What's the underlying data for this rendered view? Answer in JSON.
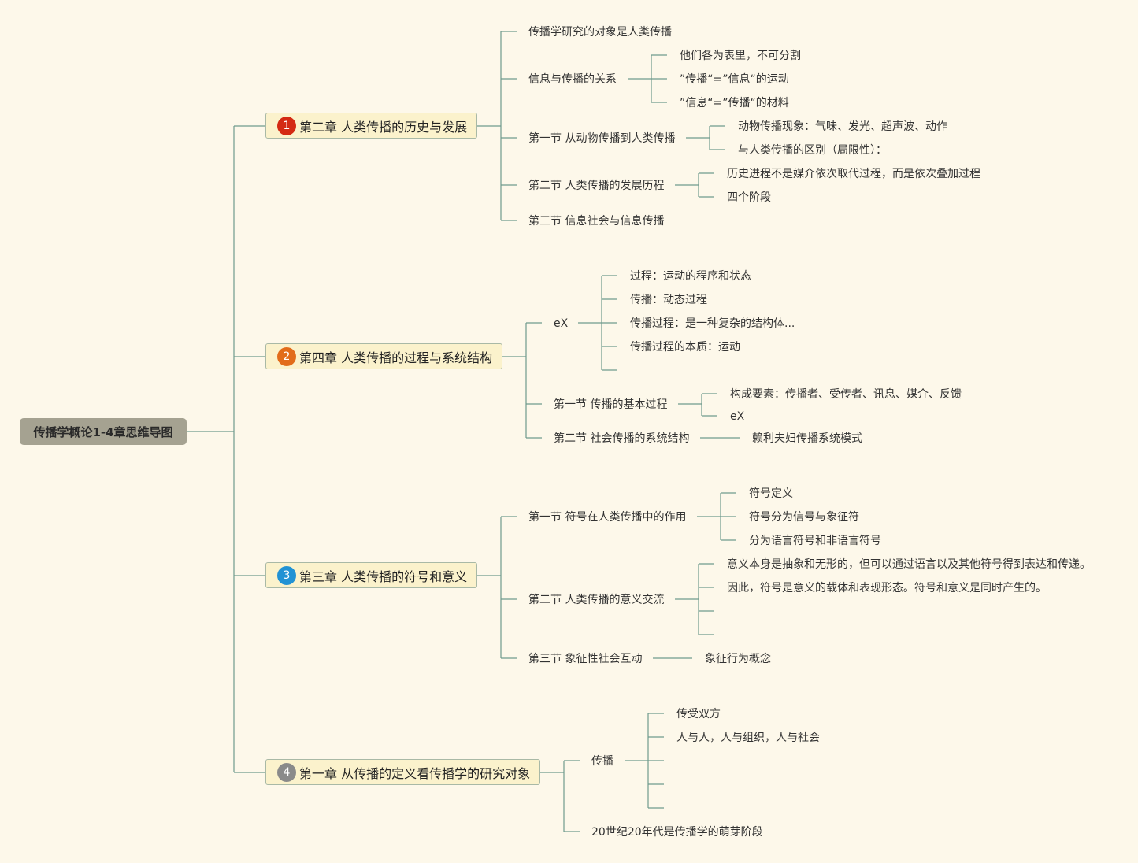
{
  "root": {
    "label": "传播学概论1-4章思维导图"
  },
  "chapters": [
    {
      "number": "1",
      "color": "#d42a13",
      "label": "第二章 人类传播的历史与发展",
      "children": [
        {
          "label": "传播学研究的对象是人类传播"
        },
        {
          "label": "信息与传播的关系",
          "children": [
            {
              "label": "他们各为表里，不可分割"
            },
            {
              "label": "”传播“=”信息“的运动"
            },
            {
              "label": "”信息“=”传播“的材料"
            }
          ]
        },
        {
          "label": "第一节 从动物传播到人类传播",
          "children": [
            {
              "label": "动物传播现象：气味、发光、超声波、动作"
            },
            {
              "label": "与人类传播的区别（局限性）："
            }
          ]
        },
        {
          "label": "第二节 人类传播的发展历程",
          "children": [
            {
              "label": "历史进程不是媒介依次取代过程，而是依次叠加过程"
            },
            {
              "label": "四个阶段"
            }
          ]
        },
        {
          "label": "第三节 信息社会与信息传播"
        }
      ]
    },
    {
      "number": "2",
      "color": "#e26c1a",
      "label": "第四章 人类传播的过程与系统结构",
      "children": [
        {
          "label": "eX",
          "children": [
            {
              "label": "过程：运动的程序和状态"
            },
            {
              "label": "传播：动态过程"
            },
            {
              "label": "传播过程：是一种复杂的结构体..."
            },
            {
              "label": "传播过程的本质：运动"
            },
            {
              "label": ""
            }
          ]
        },
        {
          "label": "第一节 传播的基本过程",
          "children": [
            {
              "label": "构成要素：传播者、受传者、讯息、媒介、反馈"
            },
            {
              "label": "eX"
            }
          ]
        },
        {
          "label": "第二节 社会传播的系统结构",
          "children": [
            {
              "label": "赖利夫妇传播系统模式"
            }
          ]
        }
      ]
    },
    {
      "number": "3",
      "color": "#2192d4",
      "label": "第三章 人类传播的符号和意义",
      "children": [
        {
          "label": "第一节 符号在人类传播中的作用",
          "children": [
            {
              "label": "符号定义"
            },
            {
              "label": "符号分为信号与象征符"
            },
            {
              "label": "分为语言符号和非语言符号"
            }
          ]
        },
        {
          "label": "第二节 人类传播的意义交流",
          "children": [
            {
              "label": "意义本身是抽象和无形的，但可以通过语言以及其他符号得到表达和传递。"
            },
            {
              "label": "因此，符号是意义的载体和表现形态。符号和意义是同时产生的。"
            },
            {
              "label": ""
            },
            {
              "label": ""
            }
          ]
        },
        {
          "label": "第三节 象征性社会互动",
          "children": [
            {
              "label": "象征行为概念"
            }
          ]
        }
      ]
    },
    {
      "number": "4",
      "color": "#8a8a8a",
      "label": "第一章 从传播的定义看传播学的研究对象",
      "children": [
        {
          "label": "传播",
          "children": [
            {
              "label": "传受双方"
            },
            {
              "label": "人与人，人与组织，人与社会"
            },
            {
              "label": ""
            },
            {
              "label": ""
            },
            {
              "label": ""
            }
          ]
        },
        {
          "label": "20世纪20年代是传播学的萌芽阶段"
        }
      ]
    }
  ]
}
